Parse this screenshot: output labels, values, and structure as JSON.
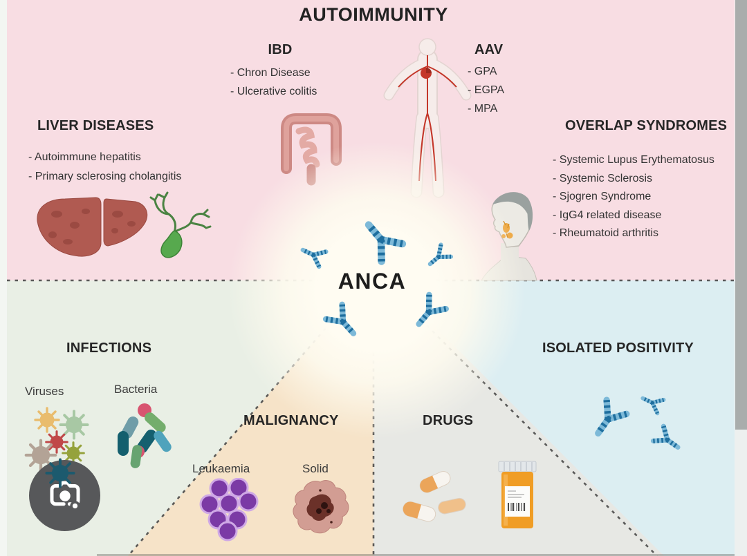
{
  "header": {
    "title": "AUTOIMMUNITY"
  },
  "center": {
    "label": "ANCA"
  },
  "sections": {
    "ibd": {
      "title": "IBD",
      "items": [
        "- Chron Disease",
        "- Ulcerative colitis"
      ]
    },
    "aav": {
      "title": "AAV",
      "items": [
        "- GPA",
        "- EGPA",
        "- MPA"
      ]
    },
    "liver_diseases": {
      "title": "LIVER DISEASES",
      "items": [
        "- Autoimmune hepatitis",
        "- Primary sclerosing cholangitis"
      ]
    },
    "overlap_syndromes": {
      "title": "OVERLAP SYNDROMES",
      "items": [
        "- Systemic Lupus Erythematosus",
        "- Systemic Sclerosis",
        "- Sjogren Syndrome",
        "- IgG4 related disease",
        "- Rheumatoid arthritis"
      ]
    },
    "infections": {
      "title": "INFECTIONS",
      "labels": {
        "viruses": "Viruses",
        "bacteria": "Bacteria"
      }
    },
    "malignancy": {
      "title": "MALIGNANCY",
      "labels": {
        "leukaemia": "Leukaemia",
        "solid": "Solid"
      }
    },
    "drugs": {
      "title": "DRUGS"
    },
    "isolated_positivity": {
      "title": "ISOLATED POSITIVITY"
    }
  },
  "icons": {
    "lens_button": "google-lens-camera-icon",
    "antibody": "antibody-icon"
  },
  "colors": {
    "autoimmunity_pink": "#f8dde3",
    "infections_green": "#e9efe5",
    "malignancy_tan": "#f6e3c8",
    "drugs_gray": "#e7e8e4",
    "isolated_blue": "#dceef2",
    "antibody_blue": "#2a7fae",
    "lens_button_gray": "#57585a"
  }
}
